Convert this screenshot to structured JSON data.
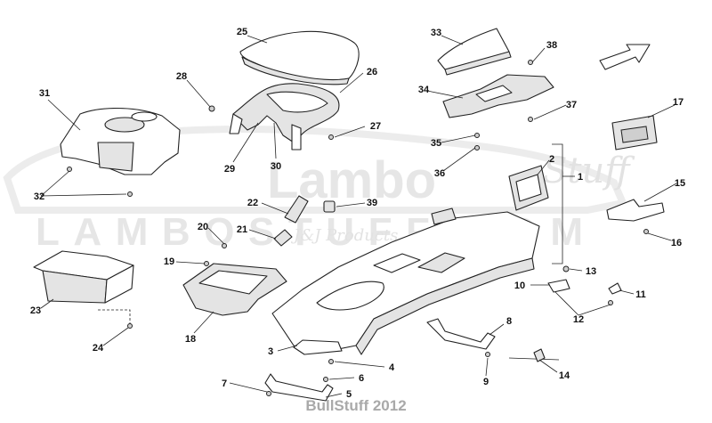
{
  "watermark": {
    "brand": "Lambo",
    "script": "Stuff",
    "site": "LAMBOSTUFF.COM",
    "tag": "J&J Products"
  },
  "footer": {
    "credit": "BullStuff 2012"
  },
  "callouts": [
    {
      "id": "1",
      "label": "1"
    },
    {
      "id": "2",
      "label": "2"
    },
    {
      "id": "3",
      "label": "3"
    },
    {
      "id": "4",
      "label": "4"
    },
    {
      "id": "5",
      "label": "5"
    },
    {
      "id": "6",
      "label": "6"
    },
    {
      "id": "7",
      "label": "7"
    },
    {
      "id": "8",
      "label": "8"
    },
    {
      "id": "9",
      "label": "9"
    },
    {
      "id": "10",
      "label": "10"
    },
    {
      "id": "11",
      "label": "11"
    },
    {
      "id": "12",
      "label": "12"
    },
    {
      "id": "13",
      "label": "13"
    },
    {
      "id": "14",
      "label": "14"
    },
    {
      "id": "15",
      "label": "15"
    },
    {
      "id": "16",
      "label": "16"
    },
    {
      "id": "17",
      "label": "17"
    },
    {
      "id": "18",
      "label": "18"
    },
    {
      "id": "19",
      "label": "19"
    },
    {
      "id": "20",
      "label": "20"
    },
    {
      "id": "21",
      "label": "21"
    },
    {
      "id": "22",
      "label": "22"
    },
    {
      "id": "23",
      "label": "23"
    },
    {
      "id": "24",
      "label": "24"
    },
    {
      "id": "25",
      "label": "25"
    },
    {
      "id": "26",
      "label": "26"
    },
    {
      "id": "27",
      "label": "27"
    },
    {
      "id": "28",
      "label": "28"
    },
    {
      "id": "29",
      "label": "29"
    },
    {
      "id": "30",
      "label": "30"
    },
    {
      "id": "31",
      "label": "31"
    },
    {
      "id": "32",
      "label": "32"
    },
    {
      "id": "33",
      "label": "33"
    },
    {
      "id": "34",
      "label": "34"
    },
    {
      "id": "35",
      "label": "35"
    },
    {
      "id": "36",
      "label": "36"
    },
    {
      "id": "37",
      "label": "37"
    },
    {
      "id": "38",
      "label": "38"
    },
    {
      "id": "39",
      "label": "39"
    }
  ]
}
